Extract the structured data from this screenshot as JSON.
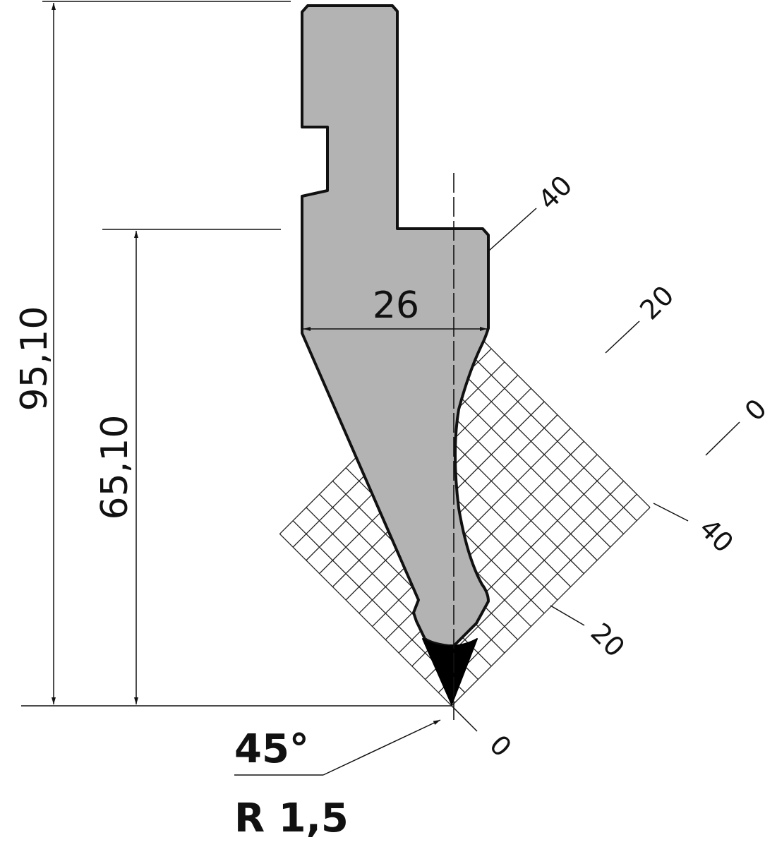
{
  "dimensions": {
    "overall_height": "95,10",
    "lower_height": "65,10",
    "width": "26"
  },
  "tip": {
    "angle": "45°",
    "radius": "R 1,5"
  },
  "scale_labels": {
    "upper_0": "0",
    "upper_20": "20",
    "upper_40": "40",
    "lower_0": "0",
    "lower_20": "20",
    "lower_40": "40"
  },
  "colors": {
    "tool_fill": "#b3b3b3",
    "outline": "#111111",
    "tip_fill": "#000000",
    "grid": "#222222"
  }
}
